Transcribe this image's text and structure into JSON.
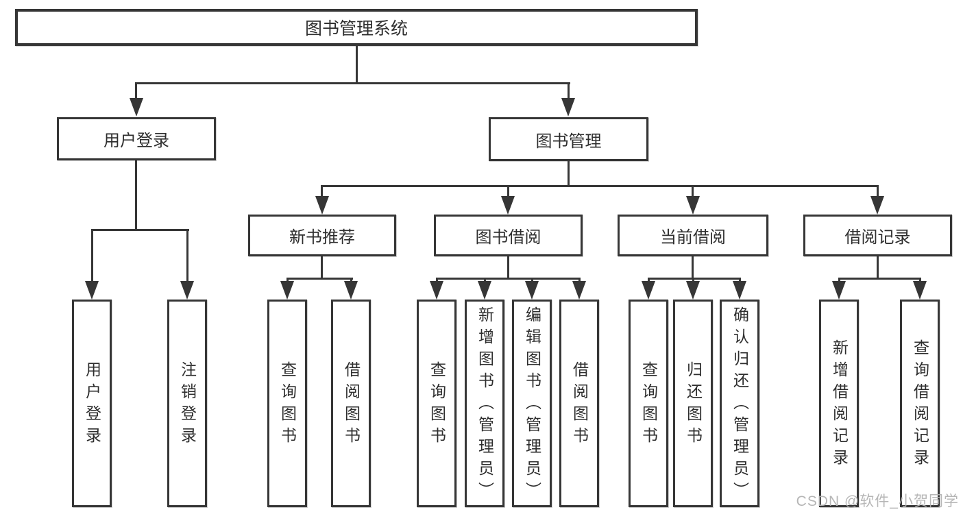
{
  "tree": {
    "root": "图书管理系统",
    "children": [
      {
        "label": "用户登录",
        "children": [
          "用户登录",
          "注销登录"
        ]
      },
      {
        "label": "图书管理",
        "children": [
          {
            "label": "新书推荐",
            "children": [
              "查询图书",
              "借阅图书"
            ]
          },
          {
            "label": "图书借阅",
            "children": [
              "查询图书",
              "新增图书（管理员）",
              "编辑图书（管理员）",
              "借阅图书"
            ]
          },
          {
            "label": "当前借阅",
            "children": [
              "查询图书",
              "归还图书",
              "确认归还（管理员）"
            ]
          },
          {
            "label": "借阅记录",
            "children": [
              "新增借阅记录",
              "查询借阅记录"
            ]
          }
        ]
      }
    ]
  },
  "watermark": {
    "text": "CSDN @软件_小贺同学"
  },
  "colors": {
    "line": "#363636",
    "text": "#2e2e2e",
    "background": "#ffffff",
    "watermark": "#b2b2b2"
  }
}
